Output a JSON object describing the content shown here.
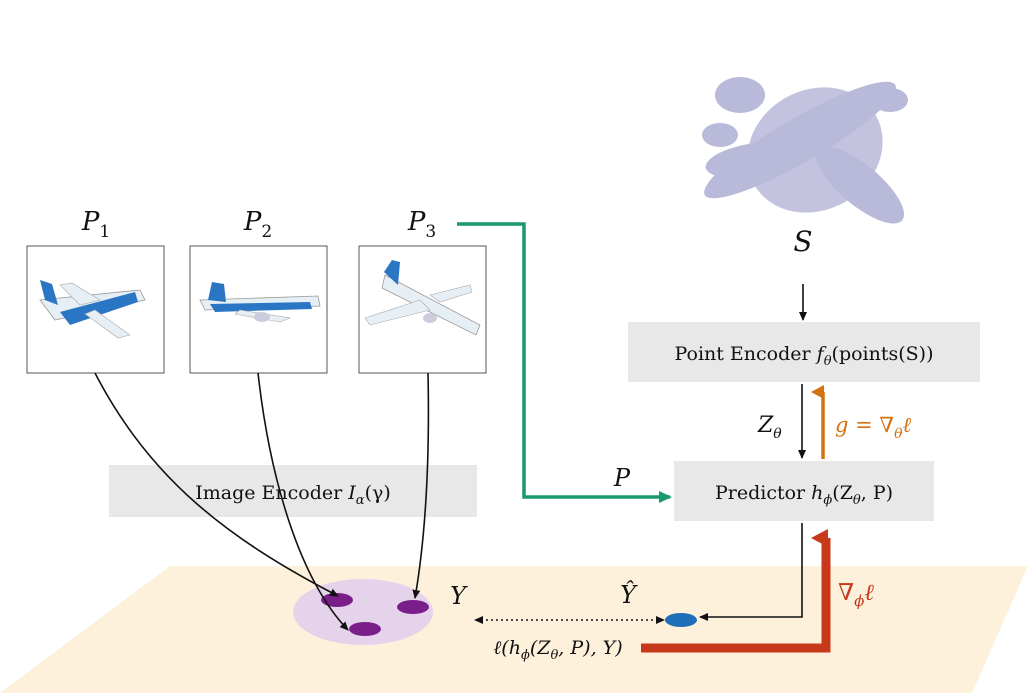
{
  "point_cloud": {
    "symbol": "S",
    "color": "#b9b9d9"
  },
  "views": [
    {
      "label_main": "P",
      "label_sub": "1",
      "color": "#2a76c4"
    },
    {
      "label_main": "P",
      "label_sub": "2",
      "color": "#2a76c4"
    },
    {
      "label_main": "P",
      "label_sub": "3",
      "color": "#2a76c4"
    }
  ],
  "point_encoder": {
    "label_prefix": "Point Encoder ",
    "label_math": "f",
    "label_sub": "θ",
    "label_args": "(points(S))"
  },
  "image_encoder": {
    "label_prefix": "Image Encoder ",
    "label_math": "I",
    "label_sub": "α",
    "label_args": "(γ)"
  },
  "predictor": {
    "label_prefix": "Predictor ",
    "label_math": "h",
    "label_sub": "ϕ",
    "label_args": "(Z",
    "label_args_sub": "θ",
    "label_args_end": ", P)"
  },
  "edges": {
    "z_theta": {
      "main": "Z",
      "sub": "θ"
    },
    "grad_theta": {
      "text": "g = ∇",
      "sub": "θ",
      "end": "ℓ",
      "color": "#d4720f"
    },
    "grad_phi": {
      "text": "∇",
      "sub": "ϕ",
      "end": "ℓ",
      "color": "#c8391c"
    },
    "p_arrow": {
      "text": "P",
      "color": "#1a9a6c"
    }
  },
  "embedding_space": {
    "target_label": "Y",
    "pred_label": "Ŷ",
    "loss_pre": "ℓ(h",
    "loss_sub": "ϕ",
    "loss_mid": "(Z",
    "loss_sub2": "θ",
    "loss_end": ", P), Y)",
    "plane_color": "#fdf1dc",
    "cluster_color": "#e5d3ec",
    "dot_color": "#7a1f8a",
    "pred_color": "#1f6fb8"
  }
}
